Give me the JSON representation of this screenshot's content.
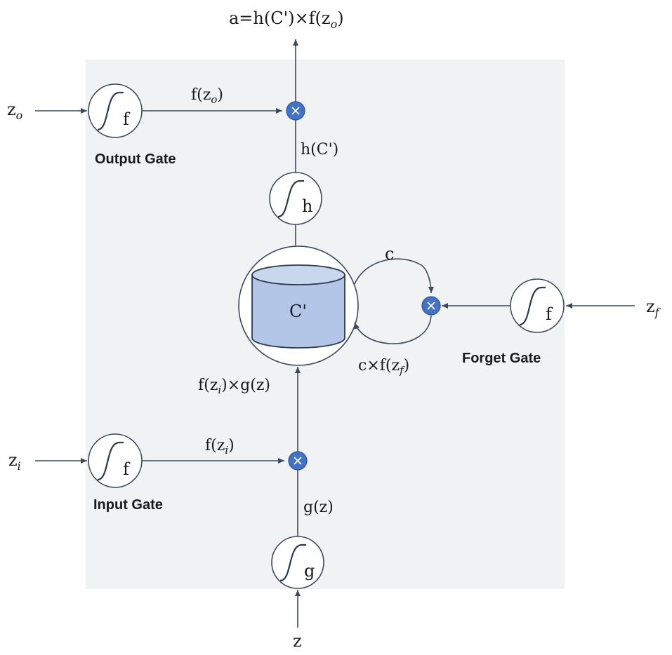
{
  "diagram": {
    "output_expression": "a=h(C')×f(z",
    "output_expression_sub": "o",
    "output_expression_end": ")",
    "inputs": {
      "zo": {
        "base": "z",
        "sub": "o"
      },
      "zi": {
        "base": "z",
        "sub": "i"
      },
      "zf": {
        "base": "z",
        "sub": "f"
      },
      "z": "z"
    },
    "gates": {
      "output": "Output Gate",
      "input": "Input Gate",
      "forget": "Forget Gate"
    },
    "functions": {
      "f": "f",
      "h": "h",
      "g": "g"
    },
    "edge_labels": {
      "f_zo": {
        "base": "f(z",
        "sub": "o",
        "end": ")"
      },
      "h_c": "h(C')",
      "c": "c",
      "c_f_zf": {
        "base": "c×f(z",
        "sub": "f",
        "end": ")"
      },
      "f_zi_g_z": {
        "base": "f(z",
        "sub": "i",
        "end": ")×g(z)"
      },
      "f_zi": {
        "base": "f(z",
        "sub": "i",
        "end": ")"
      },
      "g_z": "g(z)"
    },
    "memory_cell": "C'",
    "colors": {
      "panel": "#f0f2f4",
      "multiplier": "#4472c4",
      "memory_fill": "#b4c6e7",
      "stroke": "#3b4a5c"
    }
  }
}
